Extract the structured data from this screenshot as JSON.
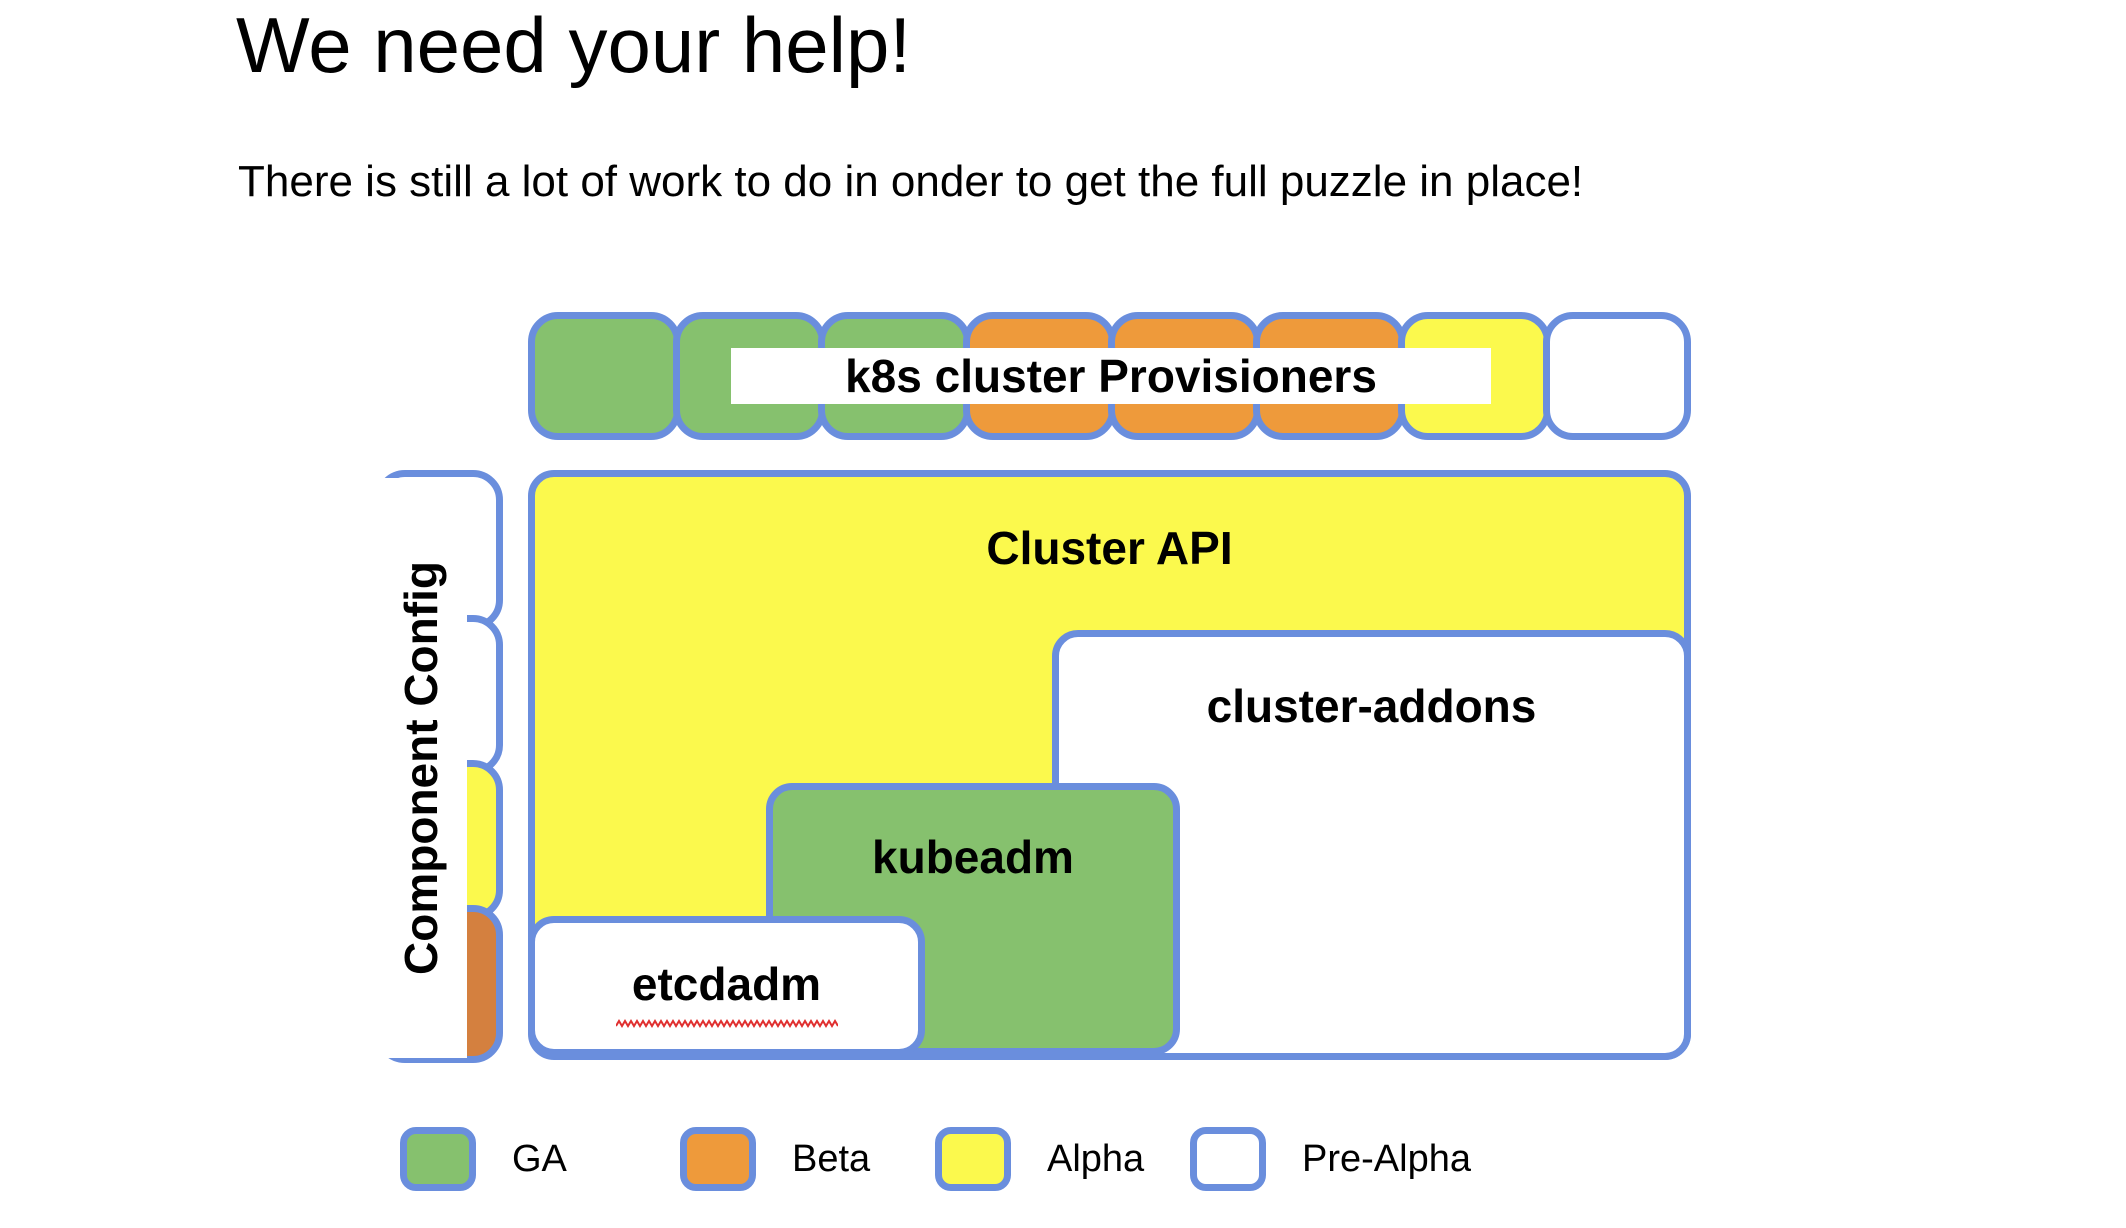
{
  "slide": {
    "title": "We need your help!",
    "subtitle": "There is still a lot of work to do in onder to get the full puzzle in place!"
  },
  "colors": {
    "border": "#6a8edd",
    "ga_green": "#86c16e",
    "beta_orange": "#ee9a3b",
    "beta_orange_dark": "#d4803f",
    "alpha_yellow": "#fbf94d",
    "pre_alpha_white": "#ffffff",
    "spellcheck_red": "#e03030"
  },
  "provisioners": {
    "label": "k8s cluster Provisioners",
    "boxes": [
      {
        "status": "GA",
        "fill": "green"
      },
      {
        "status": "GA",
        "fill": "green"
      },
      {
        "status": "GA",
        "fill": "green"
      },
      {
        "status": "Beta",
        "fill": "orange"
      },
      {
        "status": "Beta",
        "fill": "orange"
      },
      {
        "status": "Beta",
        "fill": "orange"
      },
      {
        "status": "Alpha",
        "fill": "yellow"
      },
      {
        "status": "Pre-Alpha",
        "fill": "white"
      }
    ]
  },
  "component_config": {
    "label": "Component Config",
    "boxes": [
      {
        "status": "Pre-Alpha",
        "fill": "white"
      },
      {
        "status": "Pre-Alpha",
        "fill": "white"
      },
      {
        "status": "Alpha",
        "fill": "yellow"
      },
      {
        "status": "Beta",
        "fill": "orange-dark"
      }
    ]
  },
  "components": {
    "cluster_api": {
      "label": "Cluster API",
      "status": "Alpha",
      "fill": "yellow"
    },
    "cluster_addons": {
      "label": "cluster-addons",
      "status": "Pre-Alpha",
      "fill": "white"
    },
    "kubeadm": {
      "label": "kubeadm",
      "status": "GA",
      "fill": "green"
    },
    "etcdadm": {
      "label": "etcdadm",
      "status": "Pre-Alpha",
      "fill": "white",
      "spellcheck_underline": true
    }
  },
  "legend": {
    "items": [
      {
        "label": "GA",
        "fill": "green"
      },
      {
        "label": "Beta",
        "fill": "orange"
      },
      {
        "label": "Alpha",
        "fill": "yellow"
      },
      {
        "label": "Pre-Alpha",
        "fill": "white"
      }
    ]
  }
}
